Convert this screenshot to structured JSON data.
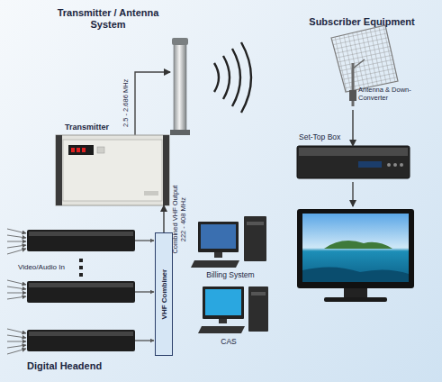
{
  "diagram": {
    "nodes": [
      {
        "text": [
          "Transmitter"
        ]
      },
      {
        "text": [
          "Antenna & Down-Converter"
        ]
      },
      {
        "text": [
          "Set-Top Box"
        ]
      },
      {
        "text": [
          "VHF Combiner"
        ]
      },
      {
        "text": [
          "Billing System"
        ]
      },
      {
        "text": [
          "CAS"
        ]
      }
    ],
    "edges": [
      {
        "from": 1,
        "to": 2,
        "arrow": "to"
      },
      {
        "from": 3,
        "to": 0,
        "arrow": "to",
        "label": "Combined VHF Output 222 - 408 MHz"
      }
    ],
    "labels": [
      "Transmitter / Antenna System",
      "Subscriber Equipment",
      "2.5 - 2.686 MHz",
      "Video/Audio In",
      "Digital Headend"
    ]
  }
}
